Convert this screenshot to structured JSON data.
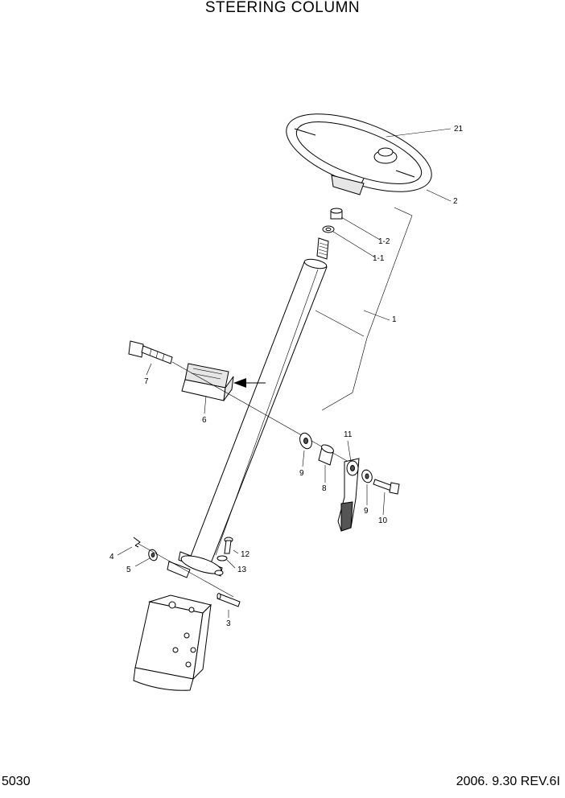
{
  "header": {
    "title": "STEERING COLUMN"
  },
  "footer": {
    "page_number": "5030",
    "revision": "2006. 9.30  REV.6I"
  },
  "callouts": {
    "c21": "21",
    "c2": "2",
    "c1_2": "1-2",
    "c1_1": "1-1",
    "c1": "1",
    "c7": "7",
    "c6": "6",
    "c11": "11",
    "c9a": "9",
    "c8": "8",
    "c9b": "9",
    "c10": "10",
    "c4": "4",
    "c5": "5",
    "c12": "12",
    "c13": "13",
    "c3": "3"
  }
}
